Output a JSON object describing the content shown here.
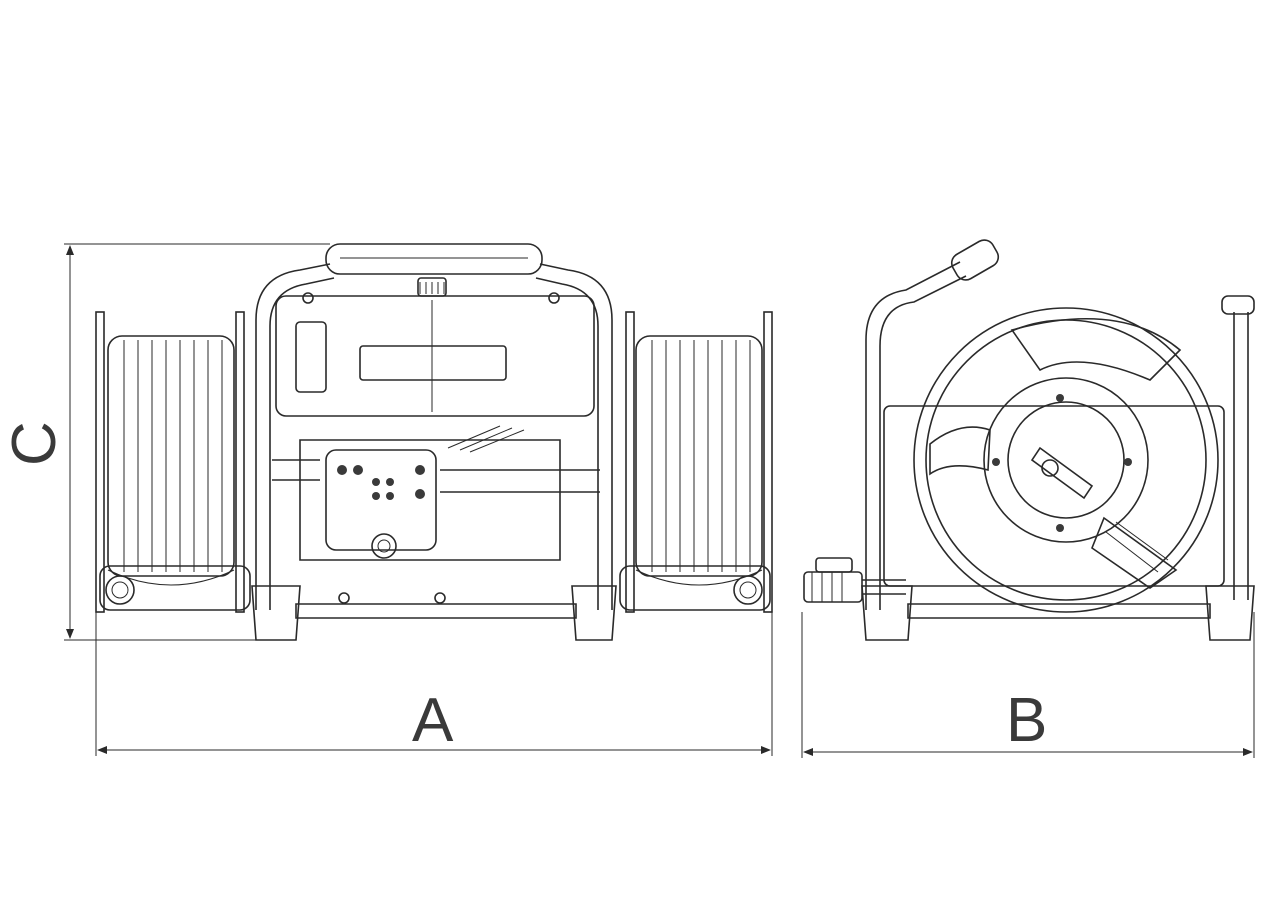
{
  "dimensions": {
    "width_label": "A",
    "depth_label": "B",
    "height_label": "C"
  },
  "colors": {
    "line": "#2a2a2a",
    "label": "#3a3a3a",
    "background": "#ffffff"
  }
}
